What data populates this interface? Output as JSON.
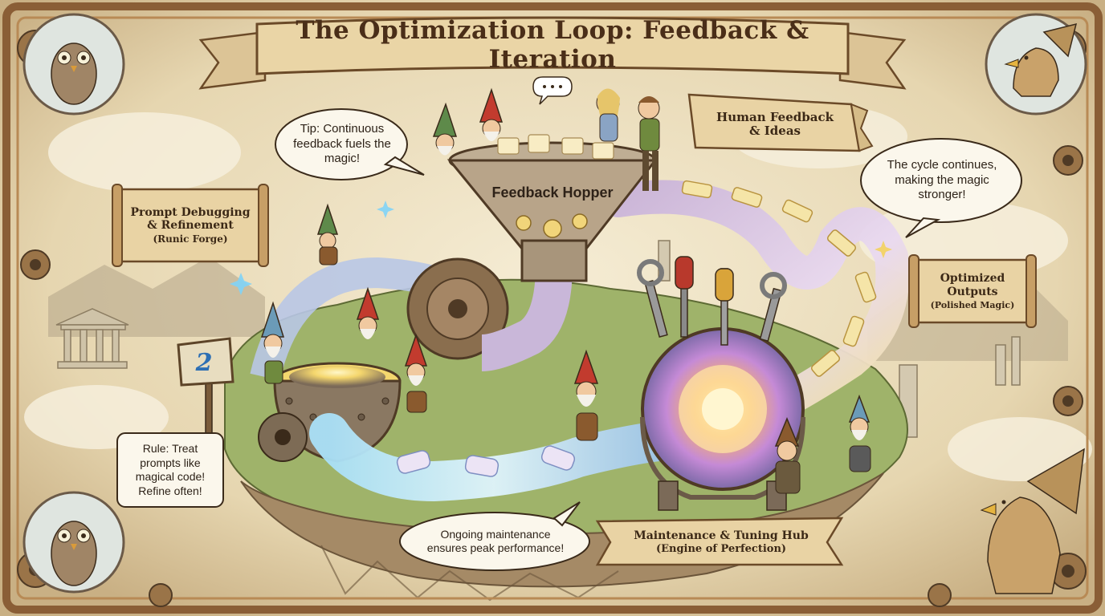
{
  "title": "The Optimization Loop: Feedback & Iteration",
  "stages": {
    "prompt_debugging": {
      "title": "Prompt Debugging\n& Refinement",
      "subtitle": "(Runic Forge)"
    },
    "human_feedback": {
      "title": "Human Feedback\n& Ideas"
    },
    "optimized_outputs": {
      "title": "Optimized\nOutputs",
      "subtitle": "(Polished Magic)"
    },
    "maintenance_hub": {
      "title": "Maintenance & Tuning Hub",
      "subtitle": "(Engine of Perfection)"
    },
    "feedback_hopper": {
      "label": "Feedback Hopper"
    }
  },
  "bubbles": {
    "tip": "Tip: Continuous\nfeedback fuels the\nmagic!",
    "cycle": "The cycle continues,\nmaking the magic\nstronger!",
    "rule": "Rule: Treat\nprompts like\nmagical code!\nRefine often!",
    "maintenance": "Ongoing maintenance\nensures peak performance!"
  },
  "signpost": {
    "number": "2"
  },
  "colors": {
    "parchment": "#e9dcbc",
    "border_wood": "#8a5e36",
    "scroll": "#e6cfa0",
    "magic_blue": "#7fc9f0",
    "magic_gold": "#f4d35e",
    "machine_metal": "#8b7a68",
    "grass": "#8fa85a"
  }
}
